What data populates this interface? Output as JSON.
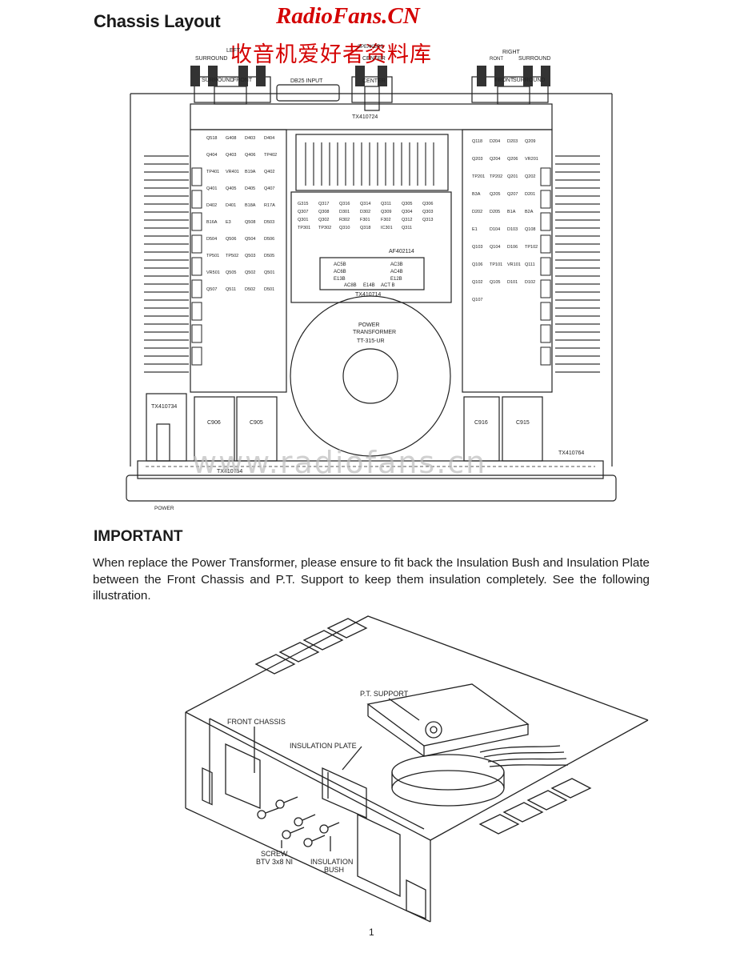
{
  "header": {
    "title": "Chassis Layout",
    "watermark_logo": "RadioFans.CN",
    "watermark_cn": "收音机爱好者资料库",
    "watermark_url": "www.radiofans.cn"
  },
  "chassis_diagram": {
    "terminal_labels": {
      "surround_left": "SURROUND",
      "left": "LEFT",
      "surround_left_inner": "SURROUND",
      "front_left": "FRONT",
      "db25": "DB25 INPUT",
      "speakers": "SPEAKERS",
      "center_top": "CENTER",
      "center": "CENTER",
      "right": "RIGHT",
      "surround_right": "SURROUND",
      "front_right": "FRONT",
      "surround_right_inner": "SURROUND",
      "front_r_partial": "RONT"
    },
    "boards": {
      "top_bar": "TX410724",
      "left_bottom": "TX410734",
      "bottom_bar": "TX410754",
      "bottom_right": "TX410764",
      "middle": "TX410714",
      "driver": "AF402114"
    },
    "transformer": [
      "POWER",
      "TRANSFORMER",
      "TT-315-UR"
    ],
    "capacitors": [
      "C906",
      "C905",
      "C916",
      "C915"
    ],
    "power_label": "POWER",
    "left_parts": [
      "Q518",
      "G408",
      "D403",
      "D404",
      "Q404",
      "Q403",
      "Q406",
      "TP402",
      "TP401",
      "VR401",
      "B19A",
      "Q402",
      "Q401",
      "Q405",
      "D405",
      "Q407",
      "D402",
      "D401",
      "B18A",
      "R17A",
      "B16A",
      "E3",
      "Q508",
      "D503",
      "D504",
      "Q506",
      "Q504",
      "D506",
      "TP501",
      "TP502",
      "Q503",
      "D505",
      "VR501",
      "Q505",
      "Q502",
      "Q501",
      "Q507",
      "Q511",
      "D502",
      "D501"
    ],
    "right_parts": [
      "Q118",
      "D204",
      "D203",
      "Q209",
      "Q203",
      "Q204",
      "Q206",
      "VR201",
      "TP201",
      "TP202",
      "Q201",
      "Q202",
      "B3A",
      "Q205",
      "Q207",
      "D201",
      "D202",
      "D205",
      "B1A",
      "B2A",
      "E1",
      "D104",
      "D103",
      "Q108",
      "Q103",
      "Q104",
      "D106",
      "TP102",
      "Q106",
      "TP101",
      "VR101",
      "Q111",
      "Q102",
      "Q105",
      "D101",
      "D102",
      "Q107"
    ],
    "middle_parts": [
      "G315",
      "Q317",
      "Q316",
      "Q314",
      "Q311",
      "Q305",
      "Q306",
      "Q307",
      "Q308",
      "D301",
      "D302",
      "Q309",
      "Q304",
      "Q303",
      "Q301",
      "Q302",
      "R302",
      "F301",
      "F302",
      "Q312",
      "Q313",
      "TP301",
      "TP302",
      "Q310",
      "Q318",
      "IC301",
      "Q311"
    ],
    "module_labels": [
      "AC5B",
      "AC3B",
      "AC6B",
      "AC4B",
      "E13B",
      "E12B",
      "AC8B",
      "E14B",
      "ACT B"
    ]
  },
  "important": {
    "heading": "IMPORTANT",
    "text": "When replace the Power Transformer, please ensure to fit back the Insulation Bush and Insulation Plate between the Front Chassis and P.T. Support to keep them insulation completely.  See the following illustration."
  },
  "illustration": {
    "pt_support": "P.T. SUPPORT",
    "front_chassis": "FRONT CHASSIS",
    "insulation_plate": "INSULATION PLATE",
    "screw": "SCREW",
    "screw_spec": "BTV 3x8 NI",
    "insulation": "INSULATION",
    "bush": "BUSH"
  },
  "page_number": "1"
}
